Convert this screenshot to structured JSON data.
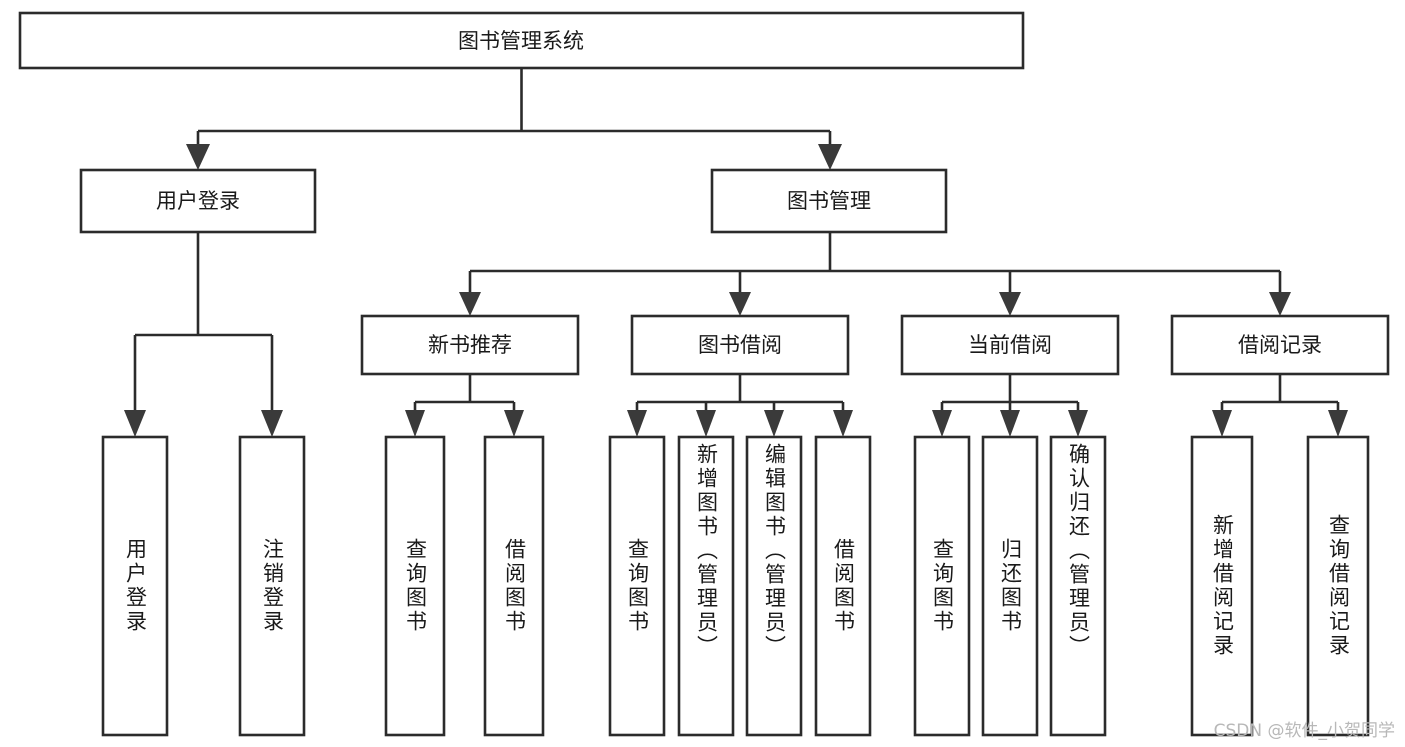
{
  "diagram": {
    "type": "tree-hierarchy",
    "title": "图书管理系统",
    "root": {
      "id": "root",
      "label": "图书管理系统",
      "orientation": "horizontal"
    },
    "level2": [
      {
        "id": "user-login",
        "label": "用户登录",
        "orientation": "horizontal"
      },
      {
        "id": "book-manage",
        "label": "图书管理",
        "orientation": "horizontal"
      }
    ],
    "level3": [
      {
        "id": "new-book-recommend",
        "label": "新书推荐",
        "orientation": "horizontal",
        "parent": "book-manage"
      },
      {
        "id": "book-borrow",
        "label": "图书借阅",
        "orientation": "horizontal",
        "parent": "book-manage"
      },
      {
        "id": "current-borrow",
        "label": "当前借阅",
        "orientation": "horizontal",
        "parent": "book-manage"
      },
      {
        "id": "borrow-record",
        "label": "借阅记录",
        "orientation": "horizontal",
        "parent": "book-manage"
      }
    ],
    "leaves": [
      {
        "id": "leaf-user-login",
        "label": "用户登录",
        "orientation": "vertical",
        "parent": "user-login"
      },
      {
        "id": "leaf-logout-login",
        "label": "注销登录",
        "orientation": "vertical",
        "parent": "user-login"
      },
      {
        "id": "leaf-query-book-1",
        "label": "查询图书",
        "orientation": "vertical",
        "parent": "new-book-recommend"
      },
      {
        "id": "leaf-borrow-book-1",
        "label": "借阅图书",
        "orientation": "vertical",
        "parent": "new-book-recommend"
      },
      {
        "id": "leaf-query-book-2",
        "label": "查询图书",
        "orientation": "vertical",
        "parent": "book-borrow"
      },
      {
        "id": "leaf-add-book",
        "label": "新增图书（管理员）",
        "orientation": "vertical",
        "parent": "book-borrow"
      },
      {
        "id": "leaf-edit-book",
        "label": "编辑图书（管理员）",
        "orientation": "vertical",
        "parent": "book-borrow"
      },
      {
        "id": "leaf-borrow-book-2",
        "label": "借阅图书",
        "orientation": "vertical",
        "parent": "book-borrow"
      },
      {
        "id": "leaf-query-book-3",
        "label": "查询图书",
        "orientation": "vertical",
        "parent": "current-borrow"
      },
      {
        "id": "leaf-return-book",
        "label": "归还图书",
        "orientation": "vertical",
        "parent": "current-borrow"
      },
      {
        "id": "leaf-confirm-return",
        "label": "确认归还（管理员）",
        "orientation": "vertical",
        "parent": "current-borrow"
      },
      {
        "id": "leaf-add-record",
        "label": "新增借阅记录",
        "orientation": "vertical",
        "parent": "borrow-record"
      },
      {
        "id": "leaf-query-record",
        "label": "查询借阅记录",
        "orientation": "vertical",
        "parent": "borrow-record"
      }
    ],
    "colors": {
      "background": "#ffffff",
      "box_stroke": "#2b2b2b",
      "box_fill": "#ffffff",
      "text": "#1a1a1a",
      "arrow": "#3a3a3a",
      "watermark": "#b8b8b8"
    }
  },
  "watermark": {
    "text": "CSDN @软件_小贺同学"
  }
}
